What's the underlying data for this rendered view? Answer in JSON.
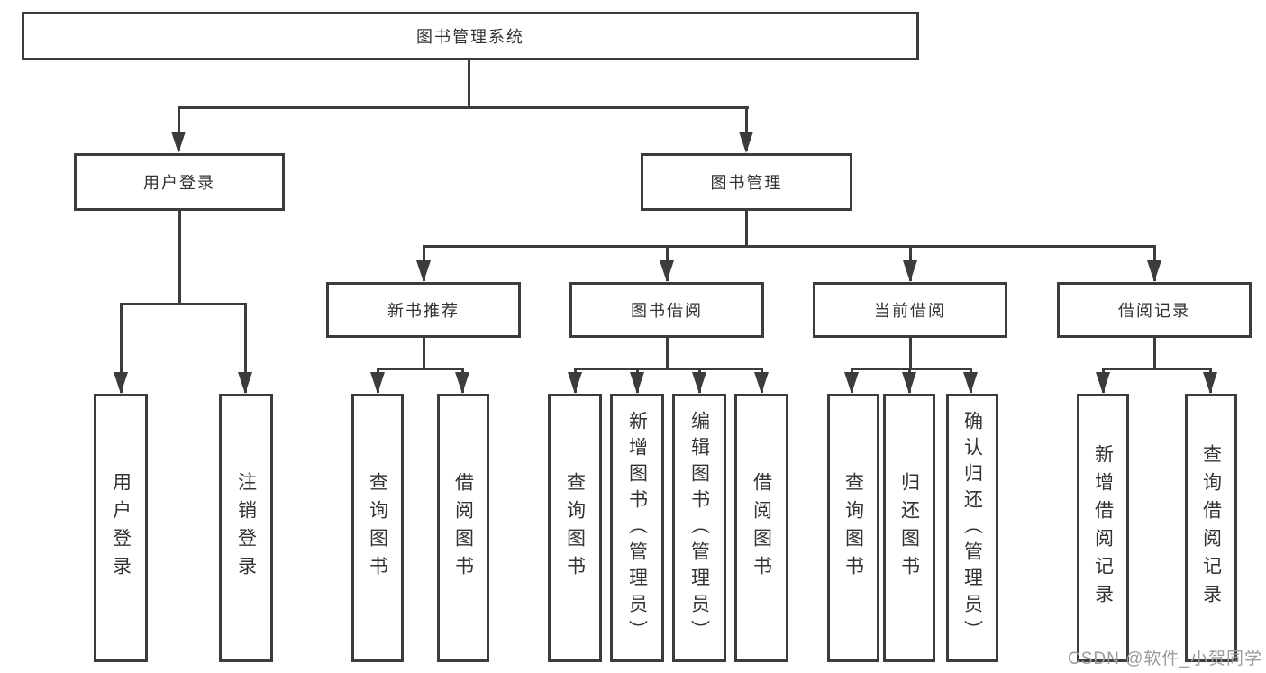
{
  "diagram_title": "图书管理系统",
  "diagram_type": "functional-structure-tree",
  "colors": {
    "line": "#3c3c3c",
    "text": "#333333",
    "background": "#ffffff",
    "watermark": "#9b9b9b"
  },
  "watermark": {
    "text": "CSDN @软件_小贺同学"
  },
  "nodes": {
    "root": {
      "label": "图书管理系统"
    },
    "user_login": {
      "label": "用户登录"
    },
    "book_mgmt": {
      "label": "图书管理"
    },
    "new_book_rec": {
      "label": "新书推荐"
    },
    "book_borrow": {
      "label": "图书借阅"
    },
    "current_borrow": {
      "label": "当前借阅"
    },
    "borrow_record": {
      "label": "借阅记录"
    },
    "leaf_user_login": {
      "label": "用户登录"
    },
    "leaf_logout": {
      "label": "注销登录"
    },
    "leaf_query_book_1": {
      "label": "查询图书"
    },
    "leaf_borrow_book_1": {
      "label": "借阅图书"
    },
    "leaf_query_book_2": {
      "label": "查询图书"
    },
    "leaf_add_book": {
      "label": "新增图书（管理员）"
    },
    "leaf_edit_book": {
      "label": "编辑图书（管理员）"
    },
    "leaf_borrow_book_2": {
      "label": "借阅图书"
    },
    "leaf_query_book_3": {
      "label": "查询图书"
    },
    "leaf_return_book": {
      "label": "归还图书"
    },
    "leaf_confirm_return": {
      "label": "确认归还（管理员）"
    },
    "leaf_add_record": {
      "label": "新增借阅记录"
    },
    "leaf_query_record": {
      "label": "查询借阅记录"
    }
  },
  "hierarchy": {
    "图书管理系统": {
      "用户登录": [
        "用户登录",
        "注销登录"
      ],
      "图书管理": {
        "新书推荐": [
          "查询图书",
          "借阅图书"
        ],
        "图书借阅": [
          "查询图书",
          "新增图书（管理员）",
          "编辑图书（管理员）",
          "借阅图书"
        ],
        "当前借阅": [
          "查询图书",
          "归还图书",
          "确认归还（管理员）"
        ],
        "借阅记录": [
          "新增借阅记录",
          "查询借阅记录"
        ]
      }
    }
  }
}
